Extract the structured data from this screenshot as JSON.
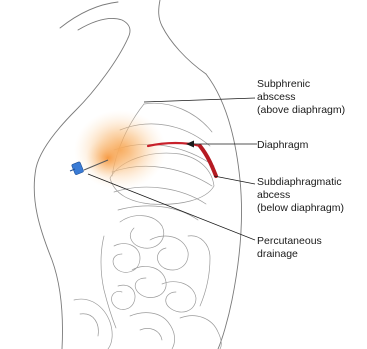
{
  "labels": {
    "subphrenic": [
      "Subphrenic",
      "abscess",
      "(above diaphragm)"
    ],
    "diaphragm": "Diaphragm",
    "subdiaphragmatic": [
      "Subdiaphragmatic",
      "abcess",
      "(below diaphragm)"
    ],
    "drainage": [
      "Percutaneous",
      "drainage"
    ]
  },
  "colors": {
    "diaphragm": "#c8202a",
    "abscess_glow": "#f7a14a",
    "drain_tip": "#3a7bd5",
    "outline": "#7a7a7a",
    "text": "#1a1a1a"
  },
  "icons": {
    "drainage_needle": "needle-icon",
    "arrow": "arrow-left-icon"
  }
}
